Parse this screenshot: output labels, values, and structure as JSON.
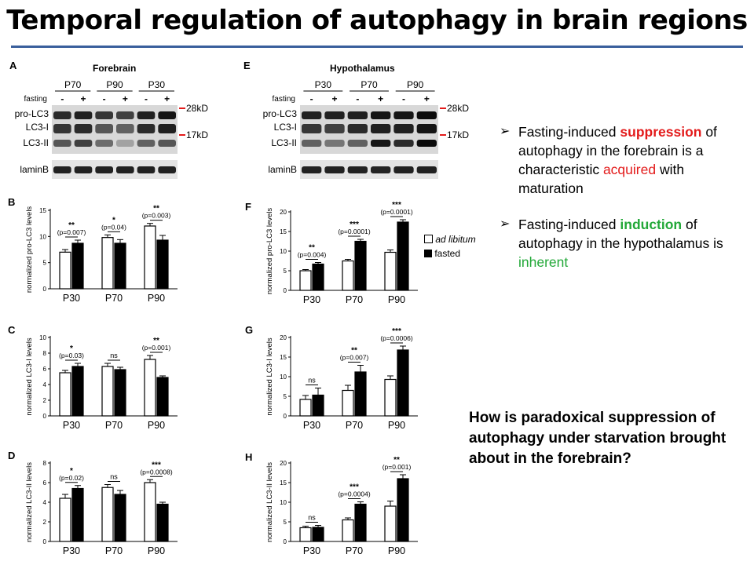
{
  "title": "Temporal regulation of autophagy in brain regions",
  "blots": [
    {
      "panel": "A",
      "region": "Forebrain",
      "ages": [
        "P70",
        "P90",
        "P30"
      ],
      "fasting_label": "fasting",
      "signs": [
        "-",
        "+",
        "-",
        "+",
        "-",
        "+"
      ],
      "band_labels": [
        "pro-LC3",
        "LC3-I",
        "LC3-II",
        "laminB"
      ],
      "markers": [
        "28kD",
        "17kD"
      ]
    },
    {
      "panel": "E",
      "region": "Hypothalamus",
      "ages": [
        "P30",
        "P70",
        "P90"
      ],
      "fasting_label": "fasting",
      "signs": [
        "-",
        "+",
        "-",
        "+",
        "-",
        "+"
      ],
      "band_labels": [
        "pro-LC3",
        "LC3-I",
        "LC3-II",
        "laminB"
      ],
      "markers": [
        "28kD",
        "17kD"
      ]
    }
  ],
  "legend": {
    "ad_libitum": "ad libitum",
    "fasted": "fasted"
  },
  "chart_data": [
    {
      "panel": "B",
      "type": "bar",
      "ylabel": "normalized pro-LC3 levels",
      "categories": [
        "P30",
        "P70",
        "P90"
      ],
      "ylim": [
        0,
        15
      ],
      "yticks": [
        0,
        5,
        10,
        15
      ],
      "series": [
        {
          "name": "ad libitum",
          "values": [
            7.0,
            9.8,
            12.0
          ],
          "errors": [
            0.5,
            0.5,
            0.5
          ]
        },
        {
          "name": "fasted",
          "values": [
            8.7,
            8.7,
            9.3
          ],
          "errors": [
            0.6,
            0.7,
            0.9
          ]
        }
      ],
      "significance": [
        "**",
        "*",
        "**"
      ],
      "pvalues": [
        "(p=0.007)",
        "(p=0.04)",
        "(p=0.003)"
      ]
    },
    {
      "panel": "C",
      "type": "bar",
      "ylabel": "normalized LC3-I levels",
      "categories": [
        "P30",
        "P70",
        "P90"
      ],
      "ylim": [
        0,
        10
      ],
      "yticks": [
        0,
        2,
        4,
        6,
        8,
        10
      ],
      "series": [
        {
          "name": "ad libitum",
          "values": [
            5.5,
            6.3,
            7.2
          ],
          "errors": [
            0.3,
            0.4,
            0.5
          ]
        },
        {
          "name": "fasted",
          "values": [
            6.3,
            5.9,
            4.9
          ],
          "errors": [
            0.4,
            0.3,
            0.2
          ]
        }
      ],
      "significance": [
        "*",
        "ns",
        "**"
      ],
      "pvalues": [
        "(p=0.03)",
        "",
        "(p=0.001)"
      ]
    },
    {
      "panel": "D",
      "type": "bar",
      "ylabel": "normalized LC3-II levels",
      "categories": [
        "P30",
        "P70",
        "P90"
      ],
      "ylim": [
        0,
        8
      ],
      "yticks": [
        0,
        2,
        4,
        6,
        8
      ],
      "series": [
        {
          "name": "ad libitum",
          "values": [
            4.4,
            5.5,
            6.0
          ],
          "errors": [
            0.4,
            0.3,
            0.3
          ]
        },
        {
          "name": "fasted",
          "values": [
            5.4,
            4.8,
            3.8
          ],
          "errors": [
            0.3,
            0.4,
            0.2
          ]
        }
      ],
      "significance": [
        "*",
        "ns",
        "***"
      ],
      "pvalues": [
        "(p=0.02)",
        "",
        "(p=0.0008)"
      ]
    },
    {
      "panel": "F",
      "type": "bar",
      "ylabel": "normalized pro-LC3 levels",
      "categories": [
        "P30",
        "P70",
        "P90"
      ],
      "ylim": [
        0,
        20
      ],
      "yticks": [
        0,
        5,
        10,
        15,
        20
      ],
      "series": [
        {
          "name": "ad libitum",
          "values": [
            5.0,
            7.5,
            9.7
          ],
          "errors": [
            0.3,
            0.4,
            0.6
          ]
        },
        {
          "name": "fasted",
          "values": [
            6.7,
            12.5,
            17.4
          ],
          "errors": [
            0.4,
            0.5,
            0.6
          ]
        }
      ],
      "significance": [
        "**",
        "***",
        "***"
      ],
      "pvalues": [
        "(p=0.004)",
        "(p=0.0001)",
        "(p=0.0001)"
      ]
    },
    {
      "panel": "G",
      "type": "bar",
      "ylabel": "normalized LC3-I levels",
      "categories": [
        "P30",
        "P70",
        "P90"
      ],
      "ylim": [
        0,
        20
      ],
      "yticks": [
        0,
        5,
        10,
        15,
        20
      ],
      "series": [
        {
          "name": "ad libitum",
          "values": [
            4.2,
            6.5,
            9.3
          ],
          "errors": [
            1.0,
            1.3,
            0.9
          ]
        },
        {
          "name": "fasted",
          "values": [
            5.3,
            11.2,
            16.8
          ],
          "errors": [
            1.8,
            1.7,
            1.0
          ]
        }
      ],
      "significance": [
        "ns",
        "**",
        "***"
      ],
      "pvalues": [
        "",
        "(p=0.007)",
        "(p=0.0006)"
      ]
    },
    {
      "panel": "H",
      "type": "bar",
      "ylabel": "normalized LC3-II levels",
      "categories": [
        "P30",
        "P70",
        "P90"
      ],
      "ylim": [
        0,
        20
      ],
      "yticks": [
        0,
        5,
        10,
        15,
        20
      ],
      "series": [
        {
          "name": "ad libitum",
          "values": [
            3.5,
            5.5,
            9.0
          ],
          "errors": [
            0.4,
            0.5,
            1.3
          ]
        },
        {
          "name": "fasted",
          "values": [
            3.6,
            9.5,
            16.0
          ],
          "errors": [
            0.5,
            0.6,
            1.0
          ]
        }
      ],
      "significance": [
        "ns",
        "***",
        "**"
      ],
      "pvalues": [
        "",
        "(p=0.0004)",
        "(p=0.001)"
      ]
    }
  ],
  "bullets": [
    {
      "arrow": "➢",
      "parts": [
        {
          "text": "Fasting-induced "
        },
        {
          "text": "suppression",
          "style": "red b"
        },
        {
          "text": " of autophagy in the forebrain is a characteristic "
        },
        {
          "text": "acquired",
          "style": "red"
        },
        {
          "text": " with maturation"
        }
      ]
    },
    {
      "arrow": "➢",
      "parts": [
        {
          "text": "Fasting-induced "
        },
        {
          "text": "induction",
          "style": "green b"
        },
        {
          "text": " of autophagy in the hypothalamus is "
        },
        {
          "text": "inherent",
          "style": "green"
        }
      ]
    }
  ],
  "question": "How is paradoxical suppression of autophagy under starvation brought about in the forebrain?",
  "colors": {
    "title_rule": "#3a5f9c",
    "red": "#e31b1b",
    "green": "#22a838",
    "marker": "#e31b1b"
  }
}
